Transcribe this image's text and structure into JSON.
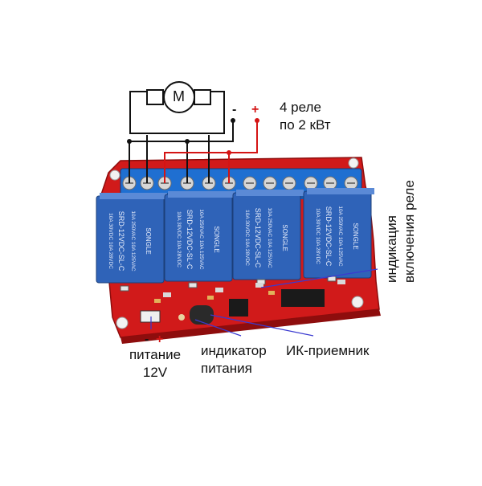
{
  "motor": {
    "label": "M"
  },
  "polarity": {
    "minus": "-",
    "plus": "+"
  },
  "relay_spec": {
    "line1": "4 реле",
    "line2": "по 2 кВт"
  },
  "indication": {
    "line1": "индикация",
    "line2": "включения реле"
  },
  "power": {
    "minus": "-",
    "plus": "+",
    "line1": "питание",
    "line2": "12V"
  },
  "power_indicator": {
    "line1": "индикатор",
    "line2": "питания"
  },
  "ir_receiver": {
    "label": "ИК-приемник"
  },
  "relay": {
    "brand": "SONGLE",
    "model": "SRD-12VDC-SL-C",
    "rating1": "10A 250VAC 10A 125VAC",
    "rating2": "10A 30VDC 10A 28VDC"
  },
  "colors": {
    "board": "#d11a1a",
    "relay_body": "#2f63b8",
    "terminal": "#1f6fd1",
    "wire_black": "#111111",
    "wire_red": "#d41414",
    "annotation_line": "#3a3ad0"
  }
}
